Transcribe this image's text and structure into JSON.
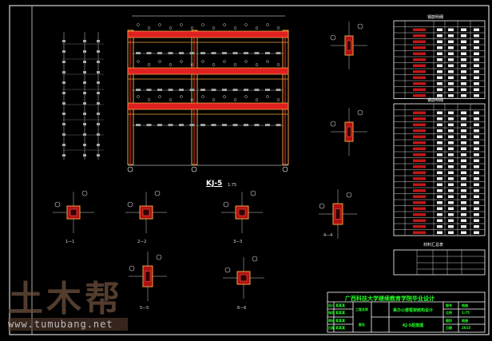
{
  "drawing": {
    "frame_label": "KJ-5",
    "frame_scale": "1:75",
    "section_labels": [
      "1—1",
      "2—2",
      "3—3",
      "4—4",
      "5—5",
      "6—6"
    ],
    "table_titles": [
      "钢筋明细",
      "钢筋明细",
      "材料汇总表"
    ]
  },
  "title_block": {
    "school": "广西科技大学继续教育学院毕业设计",
    "rows_left": [
      [
        "设计",
        "某某某"
      ],
      [
        "指导",
        "某某某"
      ],
      [
        "审核",
        "某某某"
      ],
      [
        "日期",
        "某某某"
      ]
    ],
    "mid_label_1": "工程名称",
    "mid_label_2": "图名",
    "project": "某办公楼框架结构设计",
    "drawing_name": "KJ-5配筋图",
    "rows_right": [
      [
        "图号",
        "结施"
      ],
      [
        "比例",
        "1:75"
      ],
      [
        "图别",
        "结施"
      ],
      [
        "日期",
        "2015"
      ]
    ]
  },
  "watermark": {
    "logo": "土木帮",
    "url": "www.tumubang.net"
  },
  "colors": {
    "beam": "#e02020",
    "column": "#f0a040",
    "line": "#ffffff",
    "text": "#22ff22"
  }
}
